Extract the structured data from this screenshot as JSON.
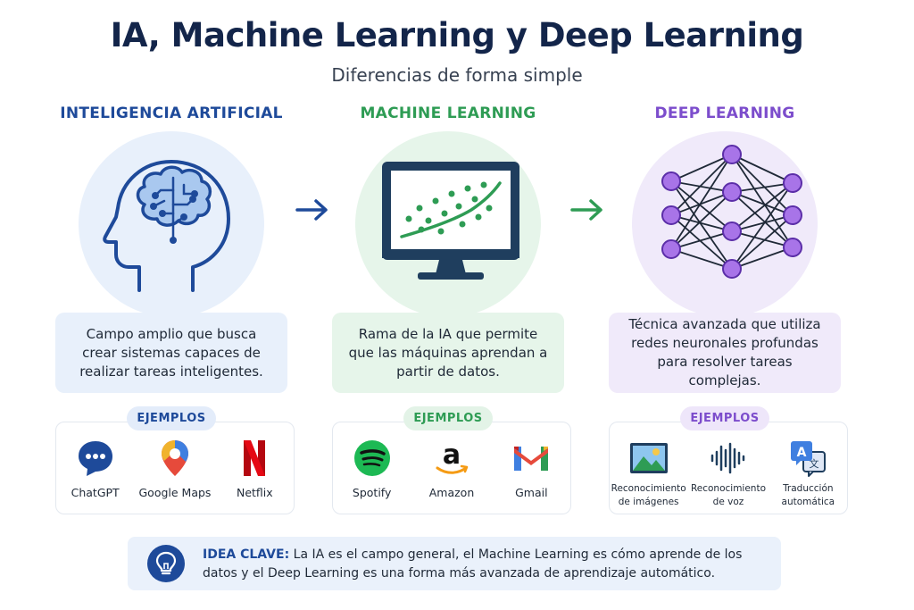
{
  "header": {
    "title": "IA, Machine Learning y Deep Learning",
    "subtitle": "Diferencias de forma simple"
  },
  "columns": [
    {
      "title": "INTELIGENCIA ARTIFICIAL",
      "color": "#1e4a9a",
      "icon": "head-brain-icon",
      "description": "Campo amplio que busca crear sistemas capaces de realizar tareas inteligentes.",
      "examples_label": "EJEMPLOS",
      "examples": [
        {
          "label": "ChatGPT",
          "icon": "chat-bubble-icon"
        },
        {
          "label": "Google Maps",
          "icon": "map-pin-icon"
        },
        {
          "label": "Netflix",
          "icon": "netflix-icon"
        }
      ]
    },
    {
      "title": "MACHINE LEARNING",
      "color": "#2e9c54",
      "icon": "monitor-chart-icon",
      "description": "Rama de la IA que permite que las máquinas aprendan a partir de datos.",
      "examples_label": "EJEMPLOS",
      "examples": [
        {
          "label": "Spotify",
          "icon": "spotify-icon"
        },
        {
          "label": "Amazon",
          "icon": "amazon-icon"
        },
        {
          "label": "Gmail",
          "icon": "gmail-icon"
        }
      ]
    },
    {
      "title": "DEEP LEARNING",
      "color": "#7c4dcc",
      "icon": "neural-network-icon",
      "description": "Técnica avanzada que utiliza redes neuronales profundas para resolver tareas complejas.",
      "examples_label": "EJEMPLOS",
      "examples": [
        {
          "label": "Reconocimiento de imágenes",
          "icon": "image-icon"
        },
        {
          "label": "Reconocimiento de voz",
          "icon": "soundwave-icon"
        },
        {
          "label": "Traducción automática",
          "icon": "translate-icon"
        }
      ]
    }
  ],
  "key_idea": {
    "label": "IDEA CLAVE:",
    "text": " La IA es el campo general, el Machine Learning es cómo aprende de los datos y el Deep Learning es una forma más avanzada de aprendizaje automático.",
    "icon": "lightbulb-icon"
  }
}
